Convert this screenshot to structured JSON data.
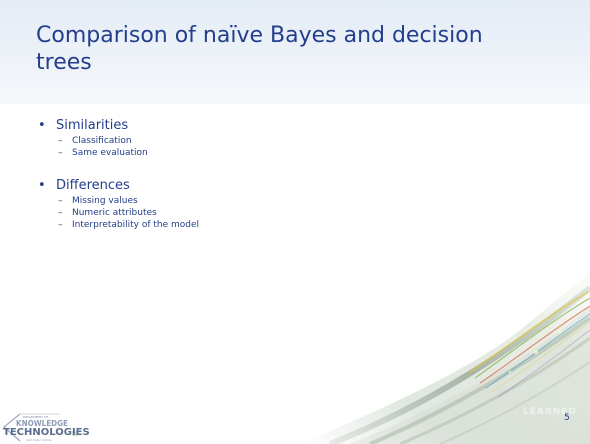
{
  "slide": {
    "title": "Comparison of naïve Bayes and decision trees",
    "sections": [
      {
        "heading": "Similarities",
        "items": [
          "Classification",
          "Same evaluation"
        ]
      },
      {
        "heading": "Differences",
        "items": [
          "Missing values",
          "Numeric attributes",
          "Interpretability of the model"
        ]
      }
    ],
    "bullet_symbol": "•",
    "sub_bullet_symbol": "–",
    "page_number": "5",
    "colors": {
      "title": "#233e8b",
      "text": "#233e8b",
      "header_band": "#e8eef6"
    }
  },
  "logo": {
    "line_small": "DEPARTMENT OF",
    "line_mid": "KNOWLEDGE",
    "line_big": "TECHNOLOGIES",
    "line_tiny": "Jožef Stefan Institute"
  },
  "watermark": {
    "text": "LEARNED"
  }
}
